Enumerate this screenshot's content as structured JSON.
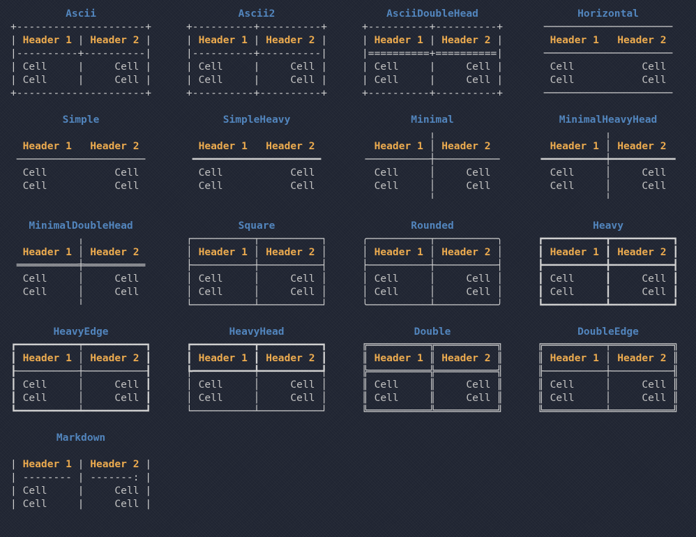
{
  "terminal": {
    "colors": {
      "background": "#222734",
      "title": "#5285bd",
      "header": "#ecab4f",
      "cell": "#c3c3c3",
      "border": "#cfcfcf"
    },
    "header_labels": [
      "Header 1",
      "Header 2"
    ],
    "cell_label": "Cell",
    "tables": [
      {
        "title": "Ascii",
        "lines": [
          "+---------------------+",
          "| Header 1 | Header 2 |",
          "|----------+----------|",
          "| Cell     |     Cell |",
          "| Cell     |     Cell |",
          "+---------------------+"
        ]
      },
      {
        "title": "Ascii2",
        "lines": [
          "+----------+----------+",
          "| Header 1 | Header 2 |",
          "|----------+----------|",
          "| Cell     |     Cell |",
          "| Cell     |     Cell |",
          "+----------+----------+"
        ]
      },
      {
        "title": "AsciiDoubleHead",
        "lines": [
          "+----------+----------+",
          "| Header 1 | Header 2 |",
          "|==========+==========|",
          "| Cell     |     Cell |",
          "| Cell     |     Cell |",
          "+----------+----------+"
        ]
      },
      {
        "title": "Horizontal",
        "lines": [
          " ───────────────────── ",
          "  Header 1   Header 2  ",
          " ───────────────────── ",
          "  Cell           Cell  ",
          "  Cell           Cell  ",
          " ───────────────────── "
        ]
      },
      {
        "title": "Simple",
        "lines": [
          "                       ",
          "  Header 1   Header 2  ",
          " ───────────────────── ",
          "  Cell           Cell  ",
          "  Cell           Cell  ",
          "                       "
        ]
      },
      {
        "title": "SimpleHeavy",
        "lines": [
          "                       ",
          "  Header 1   Header 2  ",
          " ━━━━━━━━━━━━━━━━━━━━━ ",
          "  Cell           Cell  ",
          "  Cell           Cell  ",
          "                       "
        ]
      },
      {
        "title": "Minimal",
        "lines": [
          "           ╷           ",
          "  Header 1 │ Header 2  ",
          "╶──────────┼──────────╴",
          "  Cell     │     Cell  ",
          "  Cell     │     Cell  ",
          "           ╵           "
        ]
      },
      {
        "title": "MinimalHeavyHead",
        "lines": [
          "           ╷           ",
          "  Header 1 │ Header 2  ",
          "╺━━━━━━━━━━┿━━━━━━━━━━╸",
          "  Cell     │     Cell  ",
          "  Cell     │     Cell  ",
          "           ╵           "
        ]
      },
      {
        "title": "MinimalDoubleHead",
        "lines": [
          "           ╷           ",
          "  Header 1 │ Header 2  ",
          " ══════════╪══════════ ",
          "  Cell     │     Cell  ",
          "  Cell     │     Cell  ",
          "           ╵           "
        ]
      },
      {
        "title": "Square",
        "lines": [
          "┌──────────┬──────────┐",
          "│ Header 1 │ Header 2 │",
          "├──────────┼──────────┤",
          "│ Cell     │     Cell │",
          "│ Cell     │     Cell │",
          "└──────────┴──────────┘"
        ]
      },
      {
        "title": "Rounded",
        "lines": [
          "╭──────────┬──────────╮",
          "│ Header 1 │ Header 2 │",
          "├──────────┼──────────┤",
          "│ Cell     │     Cell │",
          "│ Cell     │     Cell │",
          "╰──────────┴──────────╯"
        ]
      },
      {
        "title": "Heavy",
        "lines": [
          "┏━━━━━━━━━━┳━━━━━━━━━━┓",
          "┃ Header 1 ┃ Header 2 ┃",
          "┣━━━━━━━━━━╋━━━━━━━━━━┫",
          "┃ Cell     ┃     Cell ┃",
          "┃ Cell     ┃     Cell ┃",
          "┗━━━━━━━━━━┻━━━━━━━━━━┛"
        ]
      },
      {
        "title": "HeavyEdge",
        "lines": [
          "┏━━━━━━━━━━┯━━━━━━━━━━┓",
          "┃ Header 1 │ Header 2 ┃",
          "┠──────────┼──────────┨",
          "┃ Cell     │     Cell ┃",
          "┃ Cell     │     Cell ┃",
          "┗━━━━━━━━━━┷━━━━━━━━━━┛"
        ]
      },
      {
        "title": "HeavyHead",
        "lines": [
          "┏━━━━━━━━━━┳━━━━━━━━━━┓",
          "┃ Header 1 ┃ Header 2 ┃",
          "┡━━━━━━━━━━╇━━━━━━━━━━┩",
          "│ Cell     │     Cell │",
          "│ Cell     │     Cell │",
          "└──────────┴──────────┘"
        ]
      },
      {
        "title": "Double",
        "lines": [
          "╔══════════╦══════════╗",
          "║ Header 1 ║ Header 2 ║",
          "╠══════════╬══════════╣",
          "║ Cell     ║     Cell ║",
          "║ Cell     ║     Cell ║",
          "╚══════════╩══════════╝"
        ]
      },
      {
        "title": "DoubleEdge",
        "lines": [
          "╔══════════╤══════════╗",
          "║ Header 1 │ Header 2 ║",
          "╟──────────┼──────────╢",
          "║ Cell     │     Cell ║",
          "║ Cell     │     Cell ║",
          "╚══════════╧══════════╝"
        ]
      },
      {
        "title": "Markdown",
        "lines": [
          "                       ",
          "| Header 1 | Header 2 |",
          "| -------- | -------: |",
          "| Cell     |     Cell |",
          "| Cell     |     Cell |",
          "                       "
        ]
      }
    ]
  }
}
